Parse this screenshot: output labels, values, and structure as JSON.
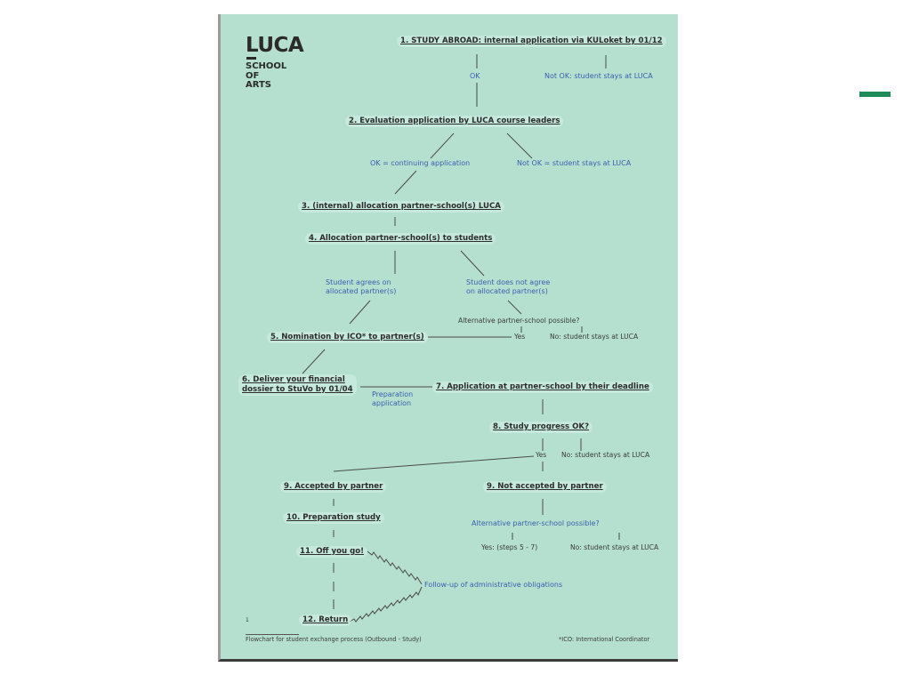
{
  "logo": {
    "main": "LUCA",
    "sub": [
      "SCHOOL",
      "OF",
      "ARTS"
    ]
  },
  "steps": {
    "s1": "1.  STUDY ABROAD: internal application via KULoket by 01/12",
    "s2": "2.  Evaluation application by LUCA course leaders",
    "s3": "3.  (internal) allocation partner-school(s) LUCA",
    "s4": "4.  Allocation partner-school(s) to students",
    "s5": "5.  Nomination by ICO* to partner(s)",
    "s6_line1": "6.  Deliver your financial",
    "s6_line2": "dossier to StuVo by 01/04",
    "s7": "7.  Application at partner-school by their deadline",
    "s8": "8.  Study progress OK?",
    "s9a": "9.  Accepted by partner",
    "s9b": "9.  Not accepted by partner",
    "s10": "10.  Preparation study",
    "s11": "11.  Off you go!",
    "s12": "12.  Return"
  },
  "labels": {
    "ok1": "OK",
    "notok1": "Not OK: student stays at LUCA",
    "ok2": "OK = continuing application",
    "notok2": "Not OK = student stays at LUCA",
    "agree_line1": "Student agrees on",
    "agree_line2": "allocated partner(s)",
    "disagree_line1": "Student does not agree",
    "disagree_line2": "on allocated partner(s)",
    "alt1": "Alternative partner-school possible?",
    "alt1_yes": "Yes",
    "alt1_no": "No: student stays at LUCA",
    "prep_line1": "Preparation",
    "prep_line2": "application",
    "s8_yes": "Yes",
    "s8_no": "No: student stays at LUCA",
    "alt2": "Alternative partner-school possible?",
    "alt2_yes": "Yes: (steps 5 - 7)",
    "alt2_no": "No: student stays at LUCA",
    "followup": "Follow-up of administrative obligations"
  },
  "footer": {
    "page": "1",
    "caption": "Flowchart for student exchange process (Outbound - Study)",
    "ico_note": "*ICO: International Coordinator"
  },
  "colors": {
    "page_bg": "#b5e0d0",
    "blue_text": "#3a5fae",
    "dark_text": "#2d2d2d",
    "accent": "#1f8a5a"
  }
}
